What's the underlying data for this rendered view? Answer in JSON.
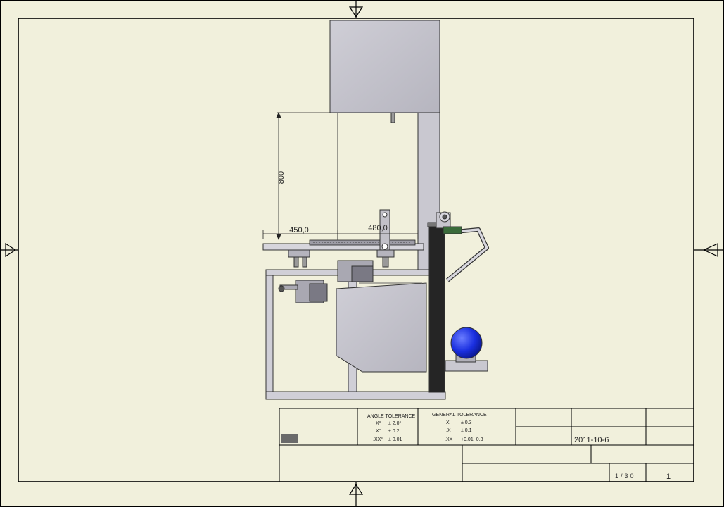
{
  "drawing": {
    "dimensions": {
      "height": "800",
      "left_width": "450,0",
      "right_width": "480,0"
    },
    "title_block": {
      "angle_tolerance": {
        "title": "ANGLE TOLERANCE",
        "rows": [
          {
            "label": "X°",
            "value": "± 2.0°"
          },
          {
            "label": ".X°",
            "value": "± 0.2"
          },
          {
            "label": ".XX°",
            "value": "± 0.01"
          }
        ]
      },
      "general_tolerance": {
        "title": "GENERAL TOLERANCE",
        "rows": [
          {
            "label": "X.",
            "value": "± 0.3"
          },
          {
            "label": ".X",
            "value": "± 0.1"
          },
          {
            "label": ".XX",
            "value": "+0.01~0.3"
          }
        ]
      },
      "date": "2011-10-6",
      "scale": "1/30",
      "sheet": "1"
    },
    "colors": {
      "paper": "#f1f0dc",
      "frame_line": "#000000",
      "machine_gray": "#c7c7cf",
      "motor_blue": "#1a2fe0"
    }
  }
}
